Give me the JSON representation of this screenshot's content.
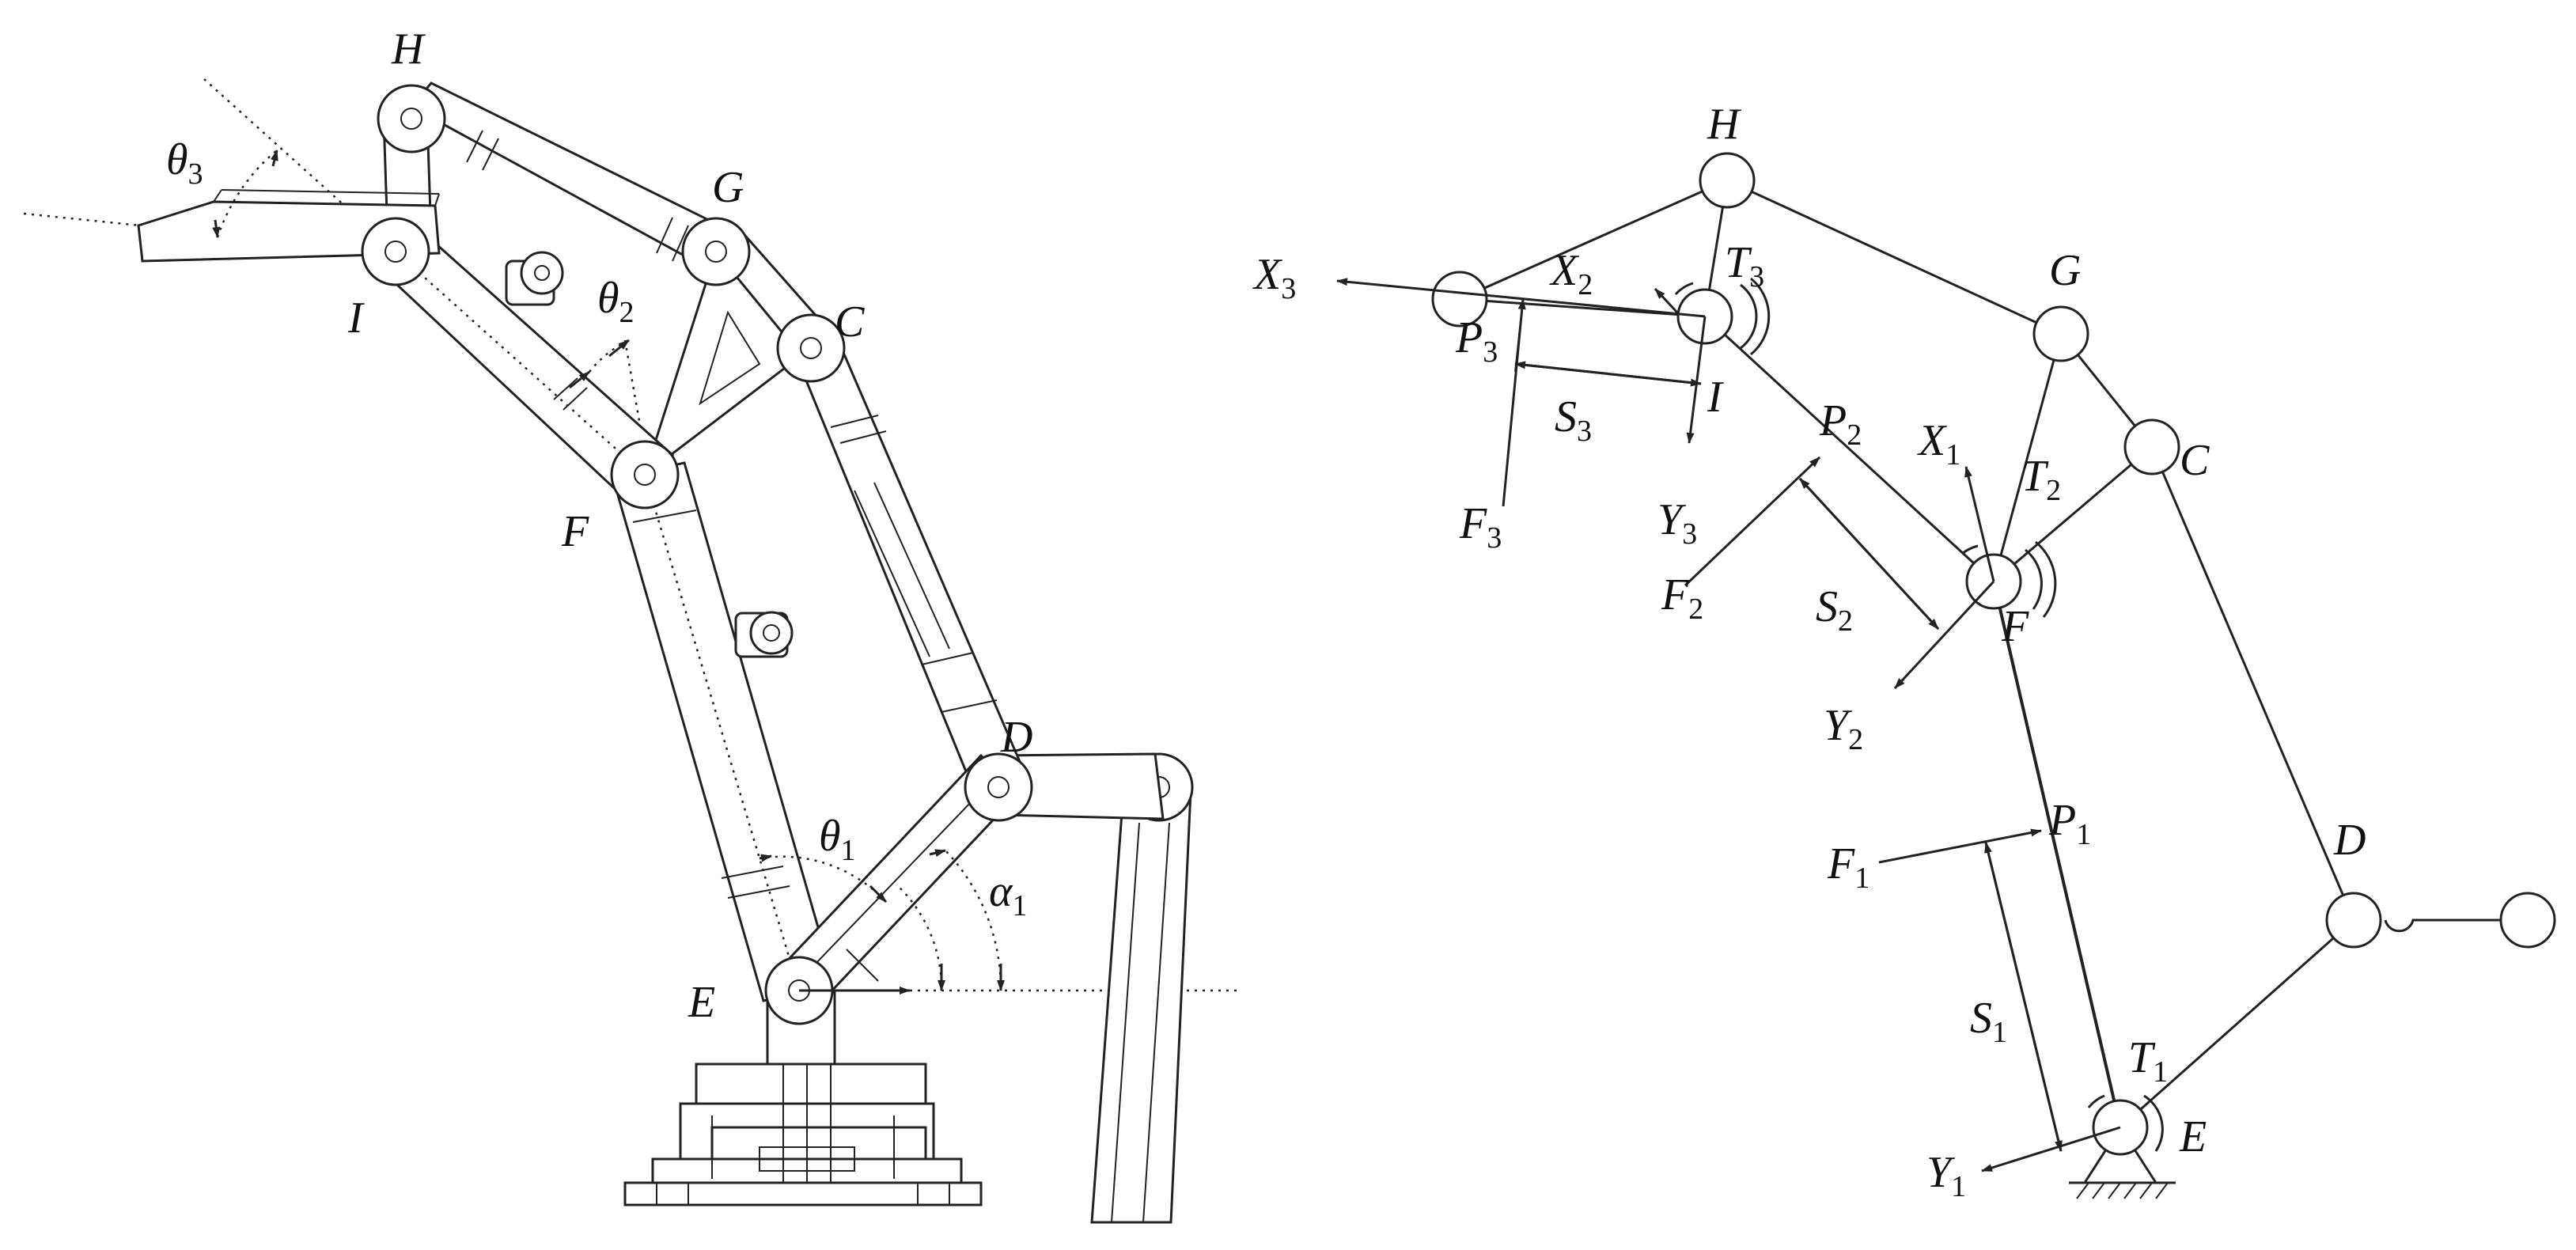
{
  "left_labels": {
    "H": "H",
    "G": "G",
    "C": "C",
    "I": "I",
    "F": "F",
    "D": "D",
    "E": "E",
    "theta1": "θ",
    "theta1_sub": "1",
    "theta2": "θ",
    "theta2_sub": "2",
    "theta3": "θ",
    "theta3_sub": "3",
    "alpha1": "α",
    "alpha1_sub": "1"
  },
  "right_labels": {
    "H": "H",
    "G": "G",
    "C": "C",
    "I": "I",
    "F": "F",
    "D": "D",
    "E": "E",
    "X1": "X",
    "X1_sub": "1",
    "X2": "X",
    "X2_sub": "2",
    "X3": "X",
    "X3_sub": "3",
    "Y1": "Y",
    "Y1_sub": "1",
    "Y2": "Y",
    "Y2_sub": "2",
    "Y3": "Y",
    "Y3_sub": "3",
    "T1": "T",
    "T1_sub": "1",
    "T2": "T",
    "T2_sub": "2",
    "T3": "T",
    "T3_sub": "3",
    "P1": "P",
    "P1_sub": "1",
    "P2": "P",
    "P2_sub": "2",
    "P3": "P",
    "P3_sub": "3",
    "F1": "F",
    "F1_sub": "1",
    "F2": "F",
    "F2_sub": "2",
    "F3": "F",
    "F3_sub": "3",
    "S1": "S",
    "S1_sub": "1",
    "S2": "S",
    "S2_sub": "2",
    "S3": "S",
    "S3_sub": "3"
  }
}
